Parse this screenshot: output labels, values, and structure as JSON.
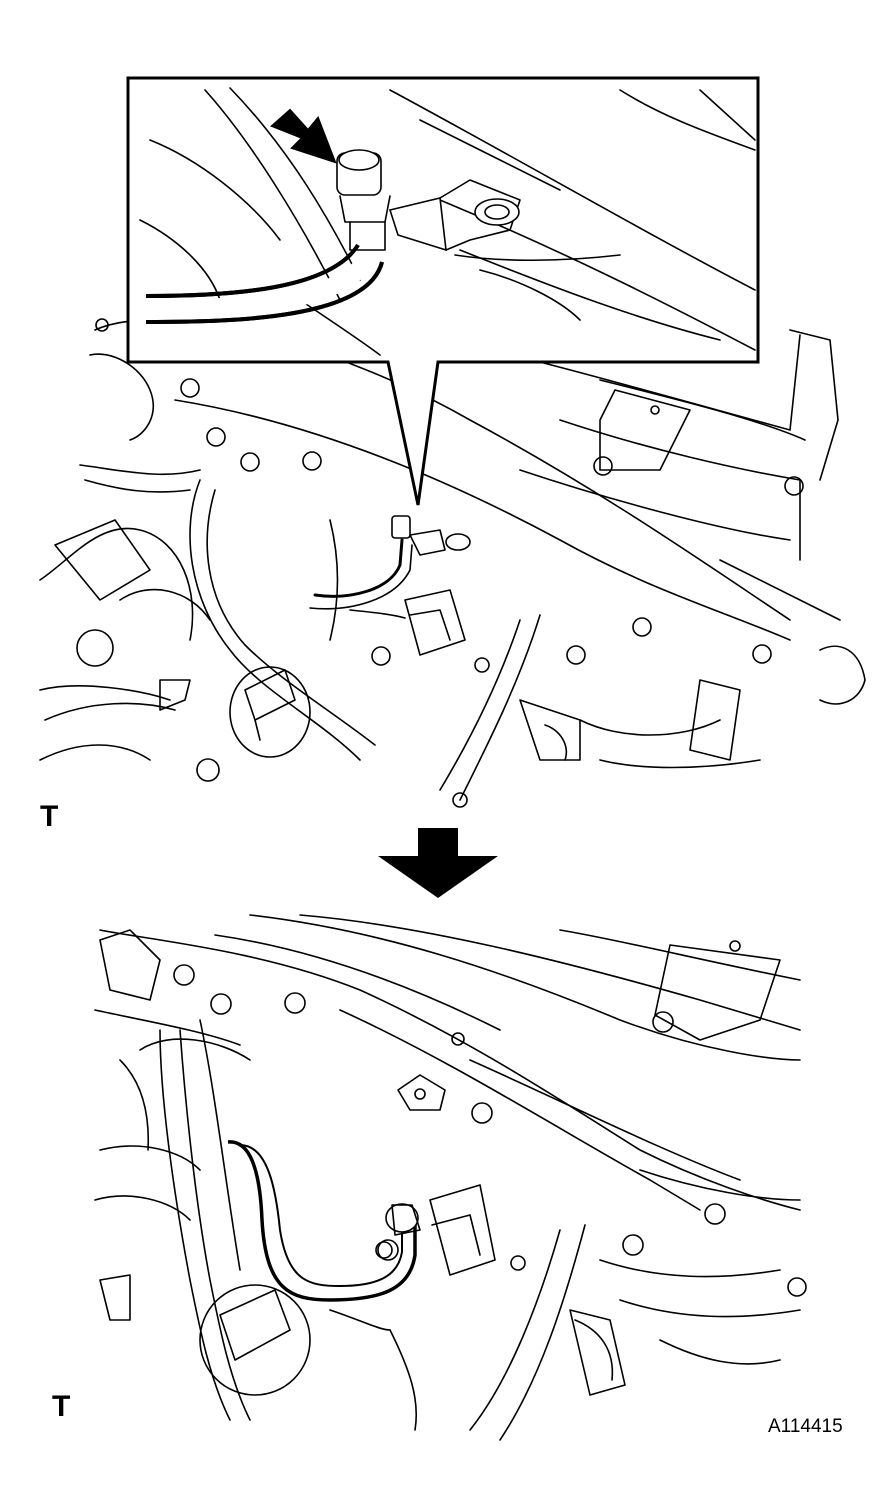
{
  "panels": {
    "top": {
      "label": "T"
    },
    "bottom": {
      "label": "T"
    }
  },
  "figure_id": "A114415",
  "icons": {
    "pointer": "arrow-icon",
    "sequence": "down-arrow-icon"
  }
}
